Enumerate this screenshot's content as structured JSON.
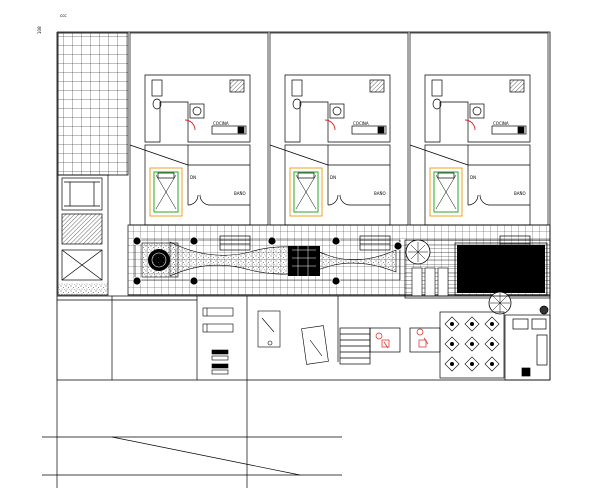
{
  "drawing": {
    "header_code": "ccc",
    "side_code": "108",
    "colors": {
      "line": "#000000",
      "hatch": "#555555",
      "red": "#e0201c",
      "green": "#27a827",
      "orange": "#f0a020",
      "pool": "#000000",
      "background": "#ffffff"
    }
  },
  "units": [
    {
      "room_label": "COCINA",
      "stair_label": "DN",
      "bath_label": "BAÑO"
    },
    {
      "room_label": "COCINA",
      "stair_label": "DN",
      "bath_label": "BAÑO"
    },
    {
      "room_label": "COCINA",
      "stair_label": "DN",
      "bath_label": "BAÑO"
    }
  ]
}
